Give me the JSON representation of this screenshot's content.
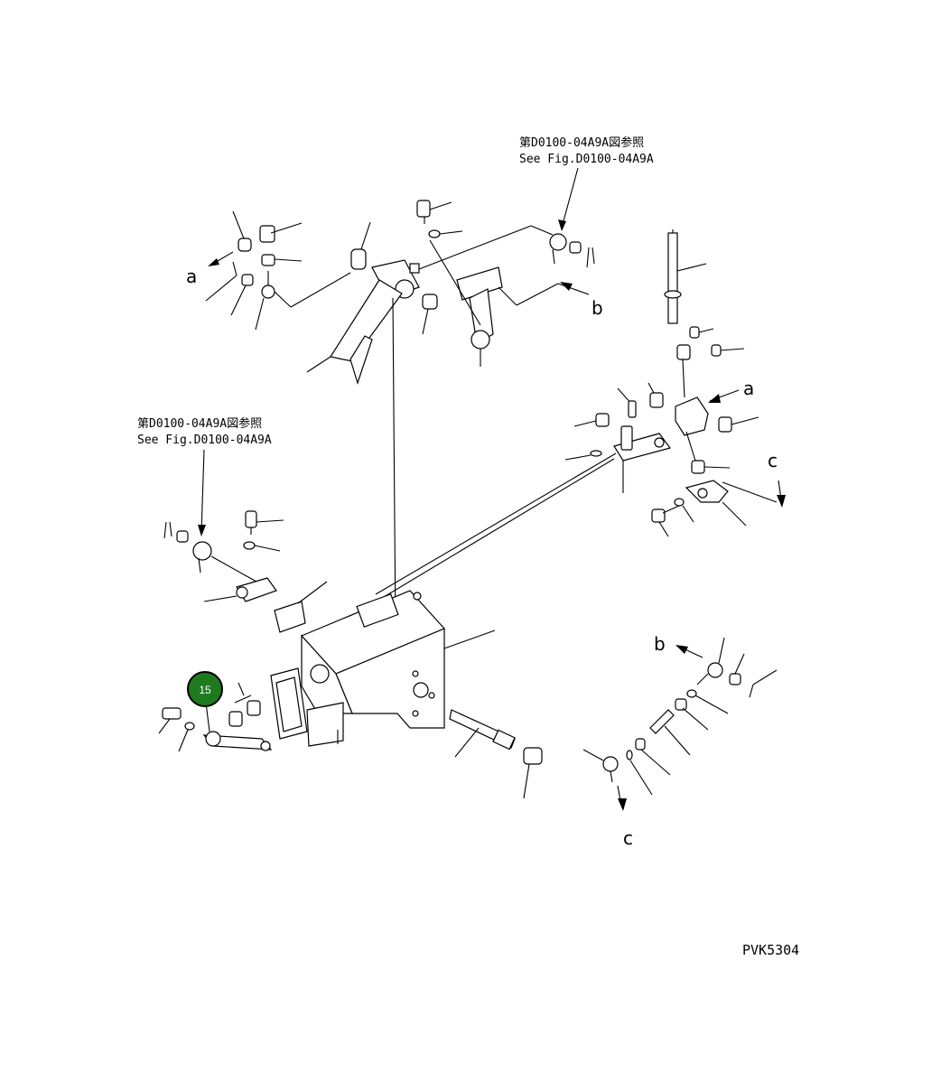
{
  "ref_top_jp": "第D0100-04A9A図参照",
  "ref_top_en": "See Fig.D0100-04A9A",
  "ref_left_jp": "第D0100-04A9A図参照",
  "ref_left_en": "See Fig.D0100-04A9A",
  "callouts": {
    "a_top": "a",
    "b_top": "b",
    "a_right": "a",
    "c_right": "c",
    "b_bottom": "b",
    "c_bottom": "c"
  },
  "badge": {
    "label": "15",
    "color": "#1f7a1f"
  },
  "figure_code": "PVK5304"
}
